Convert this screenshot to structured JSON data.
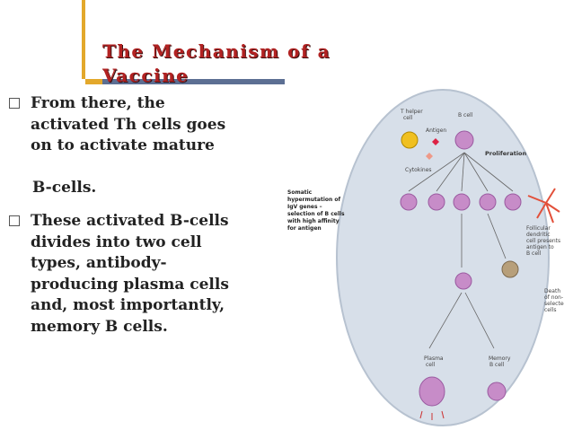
{
  "slide": {
    "title_line1": "The Mechanism of a",
    "title_line2": "Vaccine",
    "bullet1_lines": [
      "From there, the",
      "activated Th cells goes",
      "on to activate mature"
    ],
    "bullet1_cont": "B-cells.",
    "bullet2_lines": [
      "These activated B-cells",
      "divides into two cell",
      "types, antibody-",
      "producing plasma cells",
      "and, most importantly,",
      "memory B cells."
    ]
  },
  "diagram": {
    "t_helper": "T helper cell",
    "antigen": "Antigen",
    "b_cell": "B cell",
    "cytokines": "Cytokines",
    "proliferation": "Proliferation",
    "somatic": [
      "Somatic",
      "hypermutation of",
      "IgV genes –",
      "selection of B cells",
      "with high affinity",
      "for antigen"
    ],
    "follicular": [
      "Follicular",
      "dendritic",
      "cell presents",
      "antigen to",
      "B cell"
    ],
    "death": [
      "Death",
      "of non-",
      "selected",
      "cells"
    ],
    "plasma": [
      "Plasma",
      "cell"
    ],
    "memory": [
      "Memory",
      "B cell"
    ]
  },
  "colors": {
    "title": "#b22222",
    "accent_bar": "#e3a82b",
    "title_rule": "#5c6f93",
    "cell": "#c78cc8",
    "circle": "#d7dfe9"
  }
}
